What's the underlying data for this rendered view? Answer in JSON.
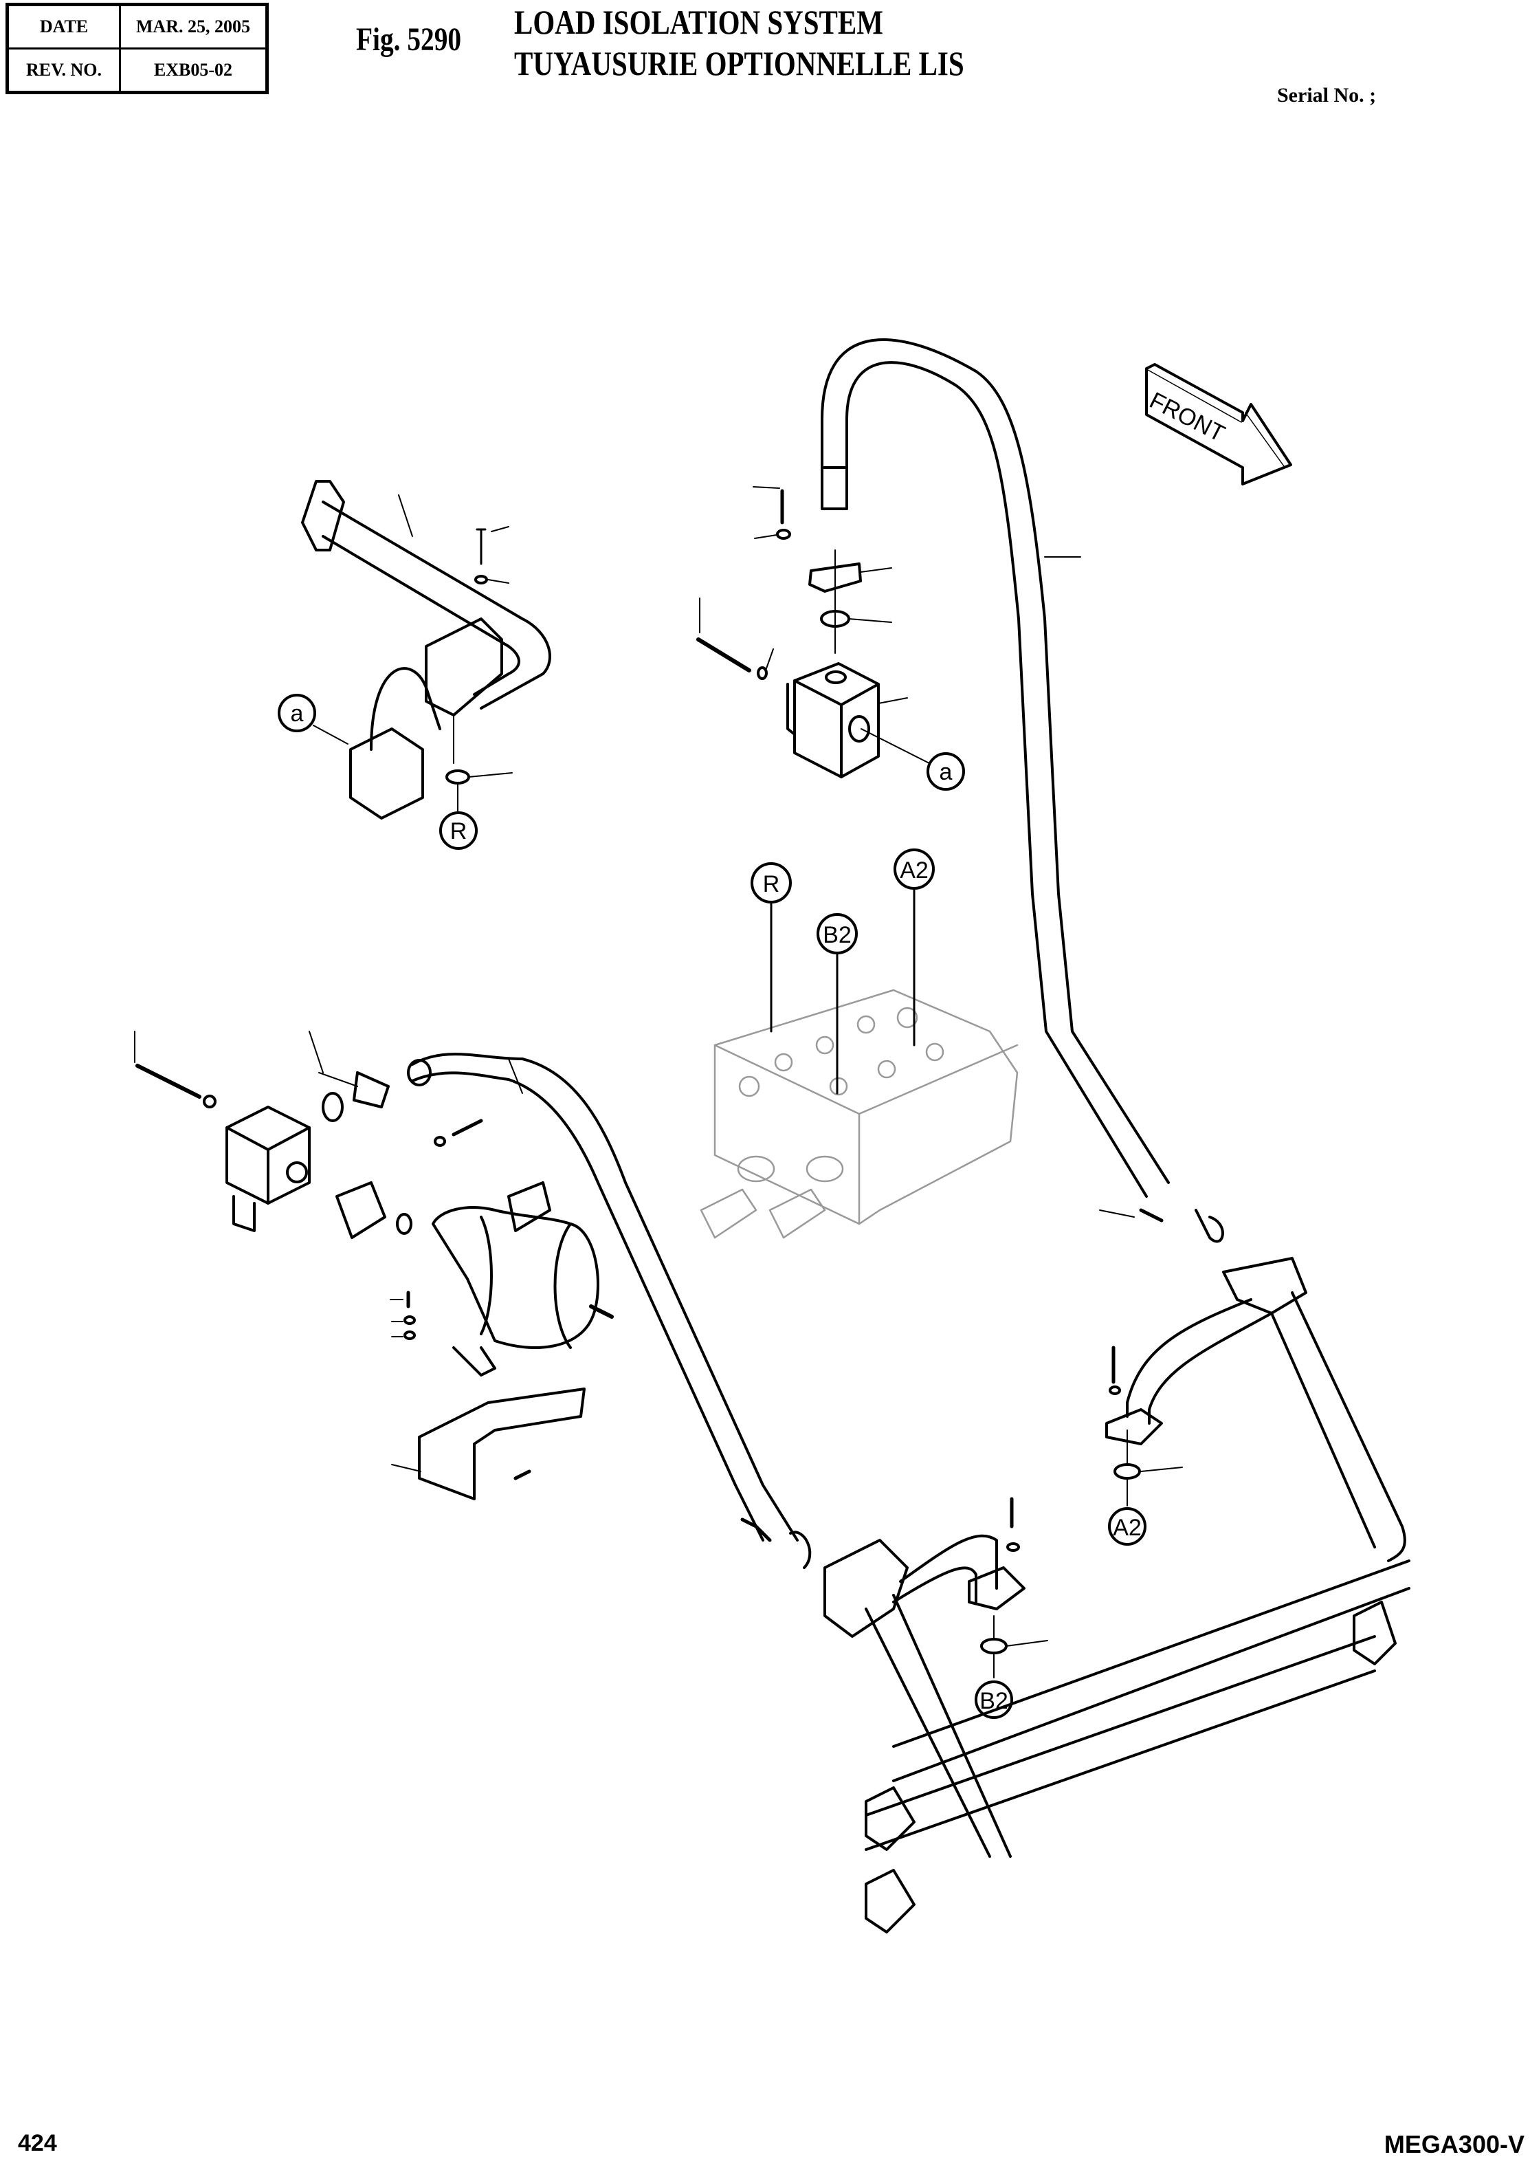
{
  "header": {
    "date_label": "DATE",
    "date_value": "MAR. 25, 2005",
    "rev_label": "REV. NO.",
    "rev_value": "EXB05-02",
    "figure_number": "Fig. 5290",
    "title_en": "LOAD ISOLATION SYSTEM",
    "title_fr": "TUYAUSURIE OPTIONNELLE LIS",
    "serial": "Serial No. ;"
  },
  "drawing": {
    "front_arrow_label": "FRONT",
    "callouts": {
      "a_left": "a",
      "r_left": "R",
      "a_right": "a",
      "r_valve": "R",
      "b2_valve": "B2",
      "a2_valve": "A2",
      "a2_pipe": "A2",
      "b2_pipe": "B2"
    }
  },
  "footer": {
    "page_number": "424",
    "model": "MEGA300-V"
  }
}
